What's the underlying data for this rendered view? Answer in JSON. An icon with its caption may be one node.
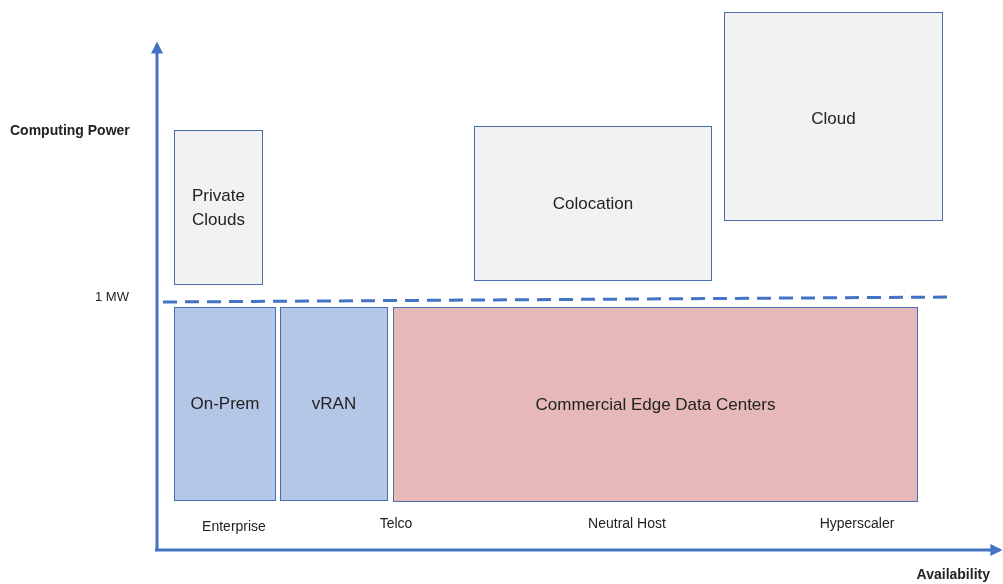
{
  "diagram": {
    "nodes": [
      {
        "text": [
          "Private Clouds"
        ]
      },
      {
        "text": [
          "Colocation"
        ]
      },
      {
        "text": [
          "Cloud"
        ]
      },
      {
        "text": [
          "On-Prem"
        ]
      },
      {
        "text": [
          "vRAN"
        ]
      },
      {
        "text": [
          "Commercial Edge Data Centers"
        ]
      }
    ],
    "edges": [],
    "labels": [
      "Computing Power",
      "1 MW",
      "Enterprise",
      "Telco",
      "Neutral Host",
      "Hyperscaler",
      "Availability"
    ]
  }
}
